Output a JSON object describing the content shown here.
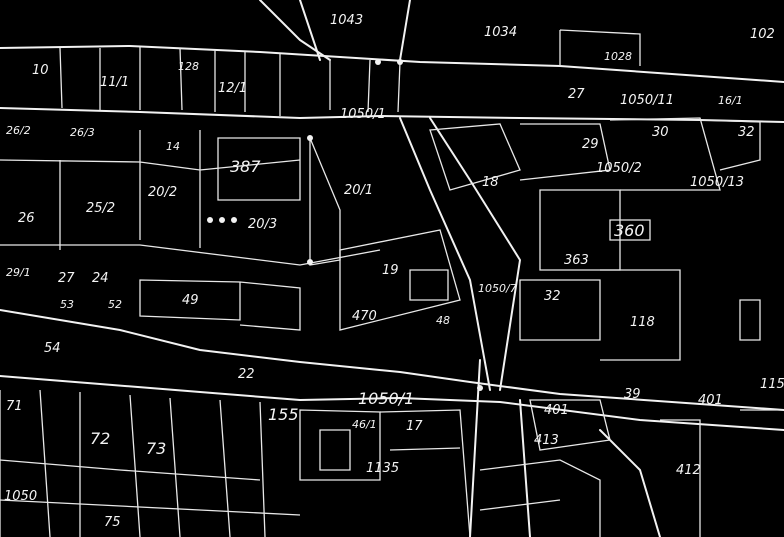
{
  "map": {
    "colors": {
      "background": "#000000",
      "linework": "#f2f2f2"
    },
    "parcels": [
      {
        "label": "1043"
      },
      {
        "label": "1034"
      },
      {
        "label": "1028"
      },
      {
        "label": "102"
      },
      {
        "label": "10"
      },
      {
        "label": "11/1"
      },
      {
        "label": "128"
      },
      {
        "label": "12/1"
      },
      {
        "label": "1050/1"
      },
      {
        "label": "27"
      },
      {
        "label": "1050/11"
      },
      {
        "label": "16/1"
      },
      {
        "label": "26/2"
      },
      {
        "label": "26/3"
      },
      {
        "label": "14"
      },
      {
        "label": "387"
      },
      {
        "label": "20/1"
      },
      {
        "label": "20/2"
      },
      {
        "label": "20/3"
      },
      {
        "label": "26"
      },
      {
        "label": "25/2"
      },
      {
        "label": "29/1"
      },
      {
        "label": "27"
      },
      {
        "label": "24"
      },
      {
        "label": "49"
      },
      {
        "label": "53"
      },
      {
        "label": "52"
      },
      {
        "label": "54"
      },
      {
        "label": "19"
      },
      {
        "label": "470"
      },
      {
        "label": "48"
      },
      {
        "label": "1050/2"
      },
      {
        "label": "1050/13"
      },
      {
        "label": "1050/7"
      },
      {
        "label": "18"
      },
      {
        "label": "360"
      },
      {
        "label": "363"
      },
      {
        "label": "32"
      },
      {
        "label": "118"
      },
      {
        "label": "29"
      },
      {
        "label": "30"
      },
      {
        "label": "32"
      },
      {
        "label": "22"
      },
      {
        "label": "1050/1"
      },
      {
        "label": "155"
      },
      {
        "label": "71"
      },
      {
        "label": "72"
      },
      {
        "label": "73"
      },
      {
        "label": "46/1"
      },
      {
        "label": "17"
      },
      {
        "label": "1135"
      },
      {
        "label": "401"
      },
      {
        "label": "39"
      },
      {
        "label": "401"
      },
      {
        "label": "115"
      },
      {
        "label": "413"
      },
      {
        "label": "412"
      },
      {
        "label": "1050"
      },
      {
        "label": "75"
      }
    ]
  }
}
